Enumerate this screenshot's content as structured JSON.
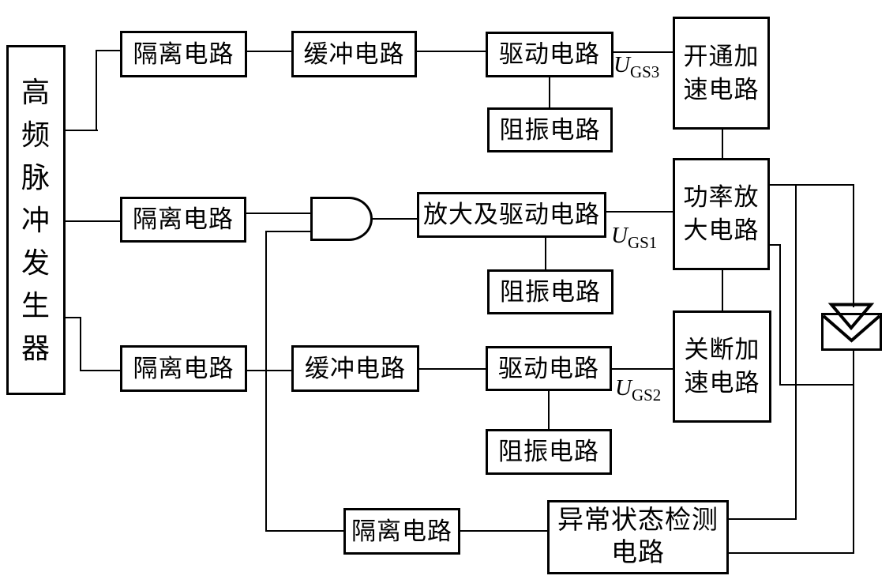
{
  "diagram": {
    "blocks": {
      "generator": {
        "label": "高频脉冲发生器"
      },
      "iso1": {
        "label": "隔离电路"
      },
      "buf1": {
        "label": "缓冲电路"
      },
      "drv1": {
        "label": "驱动电路"
      },
      "damp1": {
        "label": "阻振电路"
      },
      "turn_on": {
        "label": "开通加速电路"
      },
      "iso2": {
        "label": "隔离电路"
      },
      "amp_drv": {
        "label": "放大及驱动电路"
      },
      "damp2": {
        "label": "阻振电路"
      },
      "power_amp": {
        "label": "功率放大电路"
      },
      "iso3": {
        "label": "隔离电路"
      },
      "buf3": {
        "label": "缓冲电路"
      },
      "drv3": {
        "label": "驱动电路"
      },
      "damp3": {
        "label": "阻振电路"
      },
      "turn_off": {
        "label": "关断加速电路"
      },
      "iso4": {
        "label": "隔离电路"
      },
      "abnormal": {
        "label": "异常状态检测电路"
      }
    },
    "signal_labels": {
      "ugs3": {
        "base": "U",
        "sub": "GS3"
      },
      "ugs1": {
        "base": "U",
        "sub": "GS1"
      },
      "ugs2": {
        "base": "U",
        "sub": "GS2"
      }
    },
    "icons": {
      "and_gate": "and-gate",
      "transducer": "transducer-double-chevron"
    },
    "colors": {
      "line": "#000000",
      "background": "#ffffff"
    }
  }
}
